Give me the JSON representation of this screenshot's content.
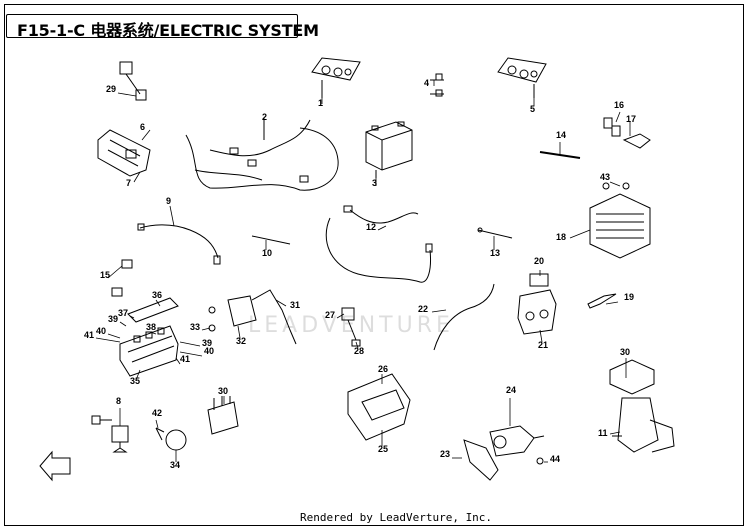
{
  "title": "F15-1-C  电器系统/ELECTRIC SYSTEM",
  "footer": "Rendered by LeadVerture, Inc.",
  "watermark": "LEADVENTURE",
  "part_numbers": [
    "1",
    "2",
    "3",
    "4",
    "5",
    "6",
    "7",
    "8",
    "9",
    "10",
    "11",
    "12",
    "13",
    "14",
    "15",
    "16",
    "17",
    "18",
    "19",
    "20",
    "21",
    "22",
    "23",
    "24",
    "25",
    "26",
    "27",
    "28",
    "29",
    "30",
    "30",
    "31",
    "32",
    "33",
    "34",
    "35",
    "36",
    "37",
    "38",
    "39",
    "39",
    "40",
    "40",
    "41",
    "41",
    "42",
    "43",
    "44"
  ]
}
